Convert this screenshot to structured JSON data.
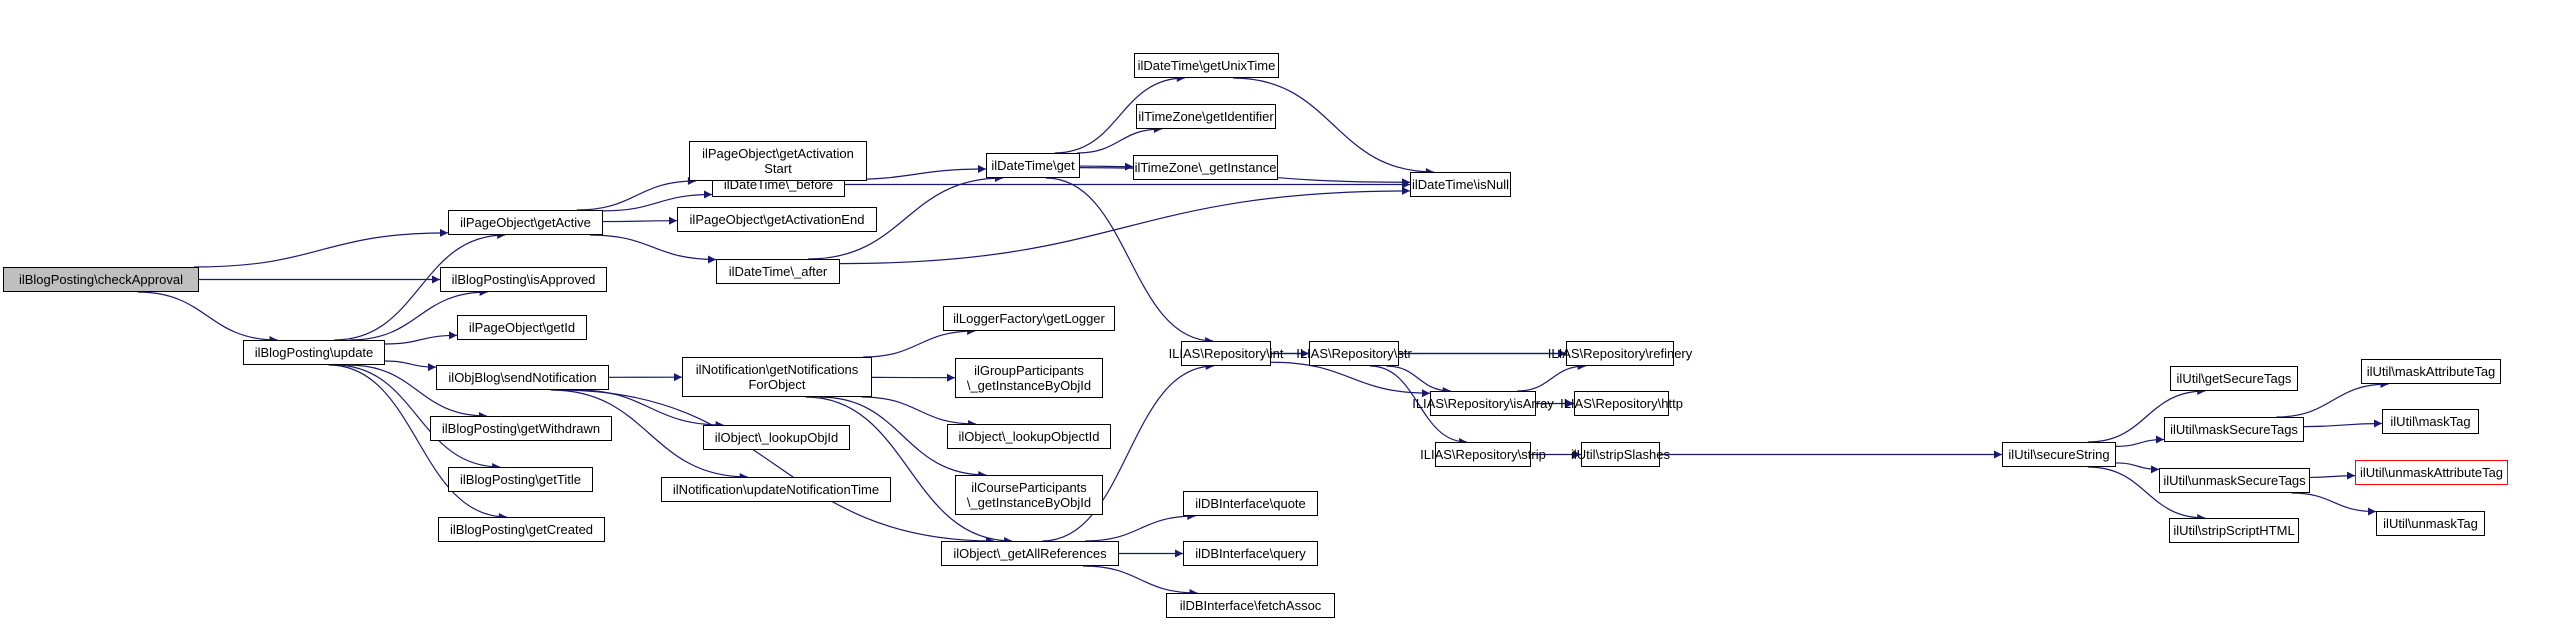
{
  "graph": {
    "edge_color": "#191970",
    "root_fill": "#bfbfbf",
    "highlight_border": "#ff0000",
    "nodes": [
      {
        "id": "checkApproval",
        "label": "ilBlogPosting\\checkApproval",
        "style": "root"
      },
      {
        "id": "update",
        "label": "ilBlogPosting\\update"
      },
      {
        "id": "getActive",
        "label": "ilPageObject\\getActive"
      },
      {
        "id": "isApproved",
        "label": "ilBlogPosting\\isApproved"
      },
      {
        "id": "getId",
        "label": "ilPageObject\\getId"
      },
      {
        "id": "sendNotification",
        "label": "ilObjBlog\\sendNotification"
      },
      {
        "id": "getWithdrawn",
        "label": "ilBlogPosting\\getWithdrawn"
      },
      {
        "id": "getTitle",
        "label": "ilBlogPosting\\getTitle"
      },
      {
        "id": "getCreated",
        "label": "ilBlogPosting\\getCreated"
      },
      {
        "id": "before",
        "label": "ilDateTime\\_before"
      },
      {
        "id": "getActivationStart",
        "label": "ilPageObject\\getActivation\nStart"
      },
      {
        "id": "getActivationEnd",
        "label": "ilPageObject\\getActivationEnd"
      },
      {
        "id": "after",
        "label": "ilDateTime\\_after"
      },
      {
        "id": "dtGet",
        "label": "ilDateTime\\get"
      },
      {
        "id": "getUnixTime",
        "label": "ilDateTime\\getUnixTime"
      },
      {
        "id": "getIdentifier",
        "label": "ilTimeZone\\getIdentifier"
      },
      {
        "id": "tzGetInstance",
        "label": "ilTimeZone\\_getInstance"
      },
      {
        "id": "isNull",
        "label": "ilDateTime\\isNull"
      },
      {
        "id": "getNotificationsForObject",
        "label": "ilNotification\\getNotifications\nForObject"
      },
      {
        "id": "lookupObjId",
        "label": "ilObject\\_lookupObjId"
      },
      {
        "id": "updateNotificationTime",
        "label": "ilNotification\\updateNotificationTime"
      },
      {
        "id": "getLogger",
        "label": "ilLoggerFactory\\getLogger"
      },
      {
        "id": "groupParticipants",
        "label": "ilGroupParticipants\n\\_getInstanceByObjId"
      },
      {
        "id": "lookupObjectId",
        "label": "ilObject\\_lookupObjectId"
      },
      {
        "id": "courseParticipants",
        "label": "ilCourseParticipants\n\\_getInstanceByObjId"
      },
      {
        "id": "getAllReferences",
        "label": "ilObject\\_getAllReferences"
      },
      {
        "id": "repoInt",
        "label": "ILIAS\\Repository\\int"
      },
      {
        "id": "repoStr",
        "label": "ILIAS\\Repository\\str"
      },
      {
        "id": "repoRefinery",
        "label": "ILIAS\\Repository\\refinery"
      },
      {
        "id": "repoIsArray",
        "label": "ILIAS\\Repository\\isArray"
      },
      {
        "id": "repoHttp",
        "label": "ILIAS\\Repository\\http"
      },
      {
        "id": "repoStrip",
        "label": "ILIAS\\Repository\\strip"
      },
      {
        "id": "stripSlashes",
        "label": "ilUtil\\stripSlashes"
      },
      {
        "id": "secureString",
        "label": "ilUtil\\secureString"
      },
      {
        "id": "dbQuote",
        "label": "ilDBInterface\\quote"
      },
      {
        "id": "dbQuery",
        "label": "ilDBInterface\\query"
      },
      {
        "id": "dbFetchAssoc",
        "label": "ilDBInterface\\fetchAssoc"
      },
      {
        "id": "getSecureTags",
        "label": "ilUtil\\getSecureTags"
      },
      {
        "id": "maskSecureTags",
        "label": "ilUtil\\maskSecureTags"
      },
      {
        "id": "unmaskSecureTags",
        "label": "ilUtil\\unmaskSecureTags"
      },
      {
        "id": "stripScriptHTML",
        "label": "ilUtil\\stripScriptHTML"
      },
      {
        "id": "maskAttributeTag",
        "label": "ilUtil\\maskAttributeTag"
      },
      {
        "id": "maskTag",
        "label": "ilUtil\\maskTag"
      },
      {
        "id": "unmaskAttributeTag",
        "label": "ilUtil\\unmaskAttributeTag",
        "style": "red"
      },
      {
        "id": "unmaskTag",
        "label": "ilUtil\\unmaskTag"
      }
    ],
    "edges": [
      [
        "checkApproval",
        "getActive"
      ],
      [
        "checkApproval",
        "isApproved"
      ],
      [
        "checkApproval",
        "update"
      ],
      [
        "update",
        "getActive"
      ],
      [
        "update",
        "isApproved"
      ],
      [
        "update",
        "getId"
      ],
      [
        "update",
        "sendNotification"
      ],
      [
        "update",
        "getWithdrawn"
      ],
      [
        "update",
        "getTitle"
      ],
      [
        "update",
        "getCreated"
      ],
      [
        "getActive",
        "before"
      ],
      [
        "getActive",
        "getActivationStart"
      ],
      [
        "getActive",
        "getActivationEnd"
      ],
      [
        "getActive",
        "after"
      ],
      [
        "before",
        "dtGet"
      ],
      [
        "before",
        "isNull"
      ],
      [
        "after",
        "dtGet"
      ],
      [
        "after",
        "isNull"
      ],
      [
        "dtGet",
        "getUnixTime"
      ],
      [
        "dtGet",
        "getIdentifier"
      ],
      [
        "dtGet",
        "tzGetInstance"
      ],
      [
        "dtGet",
        "isNull"
      ],
      [
        "dtGet",
        "repoInt"
      ],
      [
        "getUnixTime",
        "isNull"
      ],
      [
        "sendNotification",
        "getNotificationsForObject"
      ],
      [
        "sendNotification",
        "lookupObjId"
      ],
      [
        "sendNotification",
        "updateNotificationTime"
      ],
      [
        "sendNotification",
        "getAllReferences"
      ],
      [
        "getNotificationsForObject",
        "getLogger"
      ],
      [
        "getNotificationsForObject",
        "groupParticipants"
      ],
      [
        "getNotificationsForObject",
        "lookupObjectId"
      ],
      [
        "getNotificationsForObject",
        "courseParticipants"
      ],
      [
        "getNotificationsForObject",
        "getAllReferences"
      ],
      [
        "getAllReferences",
        "repoInt"
      ],
      [
        "getAllReferences",
        "dbQuote"
      ],
      [
        "getAllReferences",
        "dbQuery"
      ],
      [
        "getAllReferences",
        "dbFetchAssoc"
      ],
      [
        "repoInt",
        "repoStr"
      ],
      [
        "repoInt",
        "repoRefinery"
      ],
      [
        "repoInt",
        "repoIsArray"
      ],
      [
        "repoStr",
        "repoRefinery"
      ],
      [
        "repoStr",
        "repoIsArray"
      ],
      [
        "repoStr",
        "repoStrip"
      ],
      [
        "repoIsArray",
        "repoRefinery"
      ],
      [
        "repoIsArray",
        "repoHttp"
      ],
      [
        "repoStrip",
        "stripSlashes"
      ],
      [
        "stripSlashes",
        "secureString"
      ],
      [
        "secureString",
        "getSecureTags"
      ],
      [
        "secureString",
        "maskSecureTags"
      ],
      [
        "secureString",
        "unmaskSecureTags"
      ],
      [
        "secureString",
        "stripScriptHTML"
      ],
      [
        "maskSecureTags",
        "maskAttributeTag"
      ],
      [
        "maskSecureTags",
        "maskTag"
      ],
      [
        "unmaskSecureTags",
        "unmaskAttributeTag"
      ],
      [
        "unmaskSecureTags",
        "unmaskTag"
      ]
    ]
  }
}
